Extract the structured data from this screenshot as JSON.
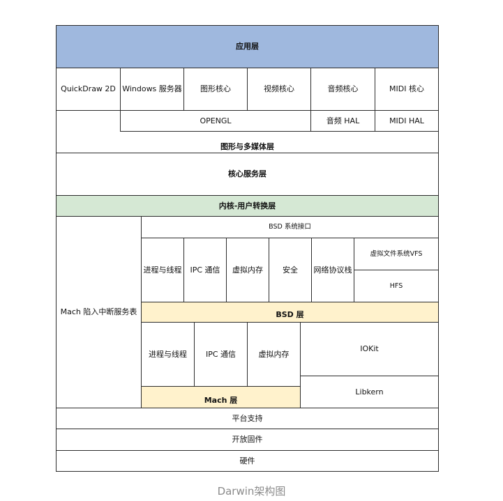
{
  "diagram": {
    "app_layer": "应用层",
    "graphics_row": {
      "quickdraw": "QuickDraw 2D",
      "windows_service": "Windows 服务器",
      "graphics_core": "图形核心",
      "video_core": "视频核心",
      "audio_core": "音频核心",
      "midi_core": "MIDI 核心",
      "opengl": "OPENGL",
      "audio_hal": "音频 HAL",
      "midi_hal": "MIDI HAL",
      "graphics_media_layer": "图形与多媒体层"
    },
    "core_services_layer": "核心服务层",
    "kernel_user_transition_layer": "内核-用户转换层",
    "mach_trap_table": "Mach 陷入中断服务表",
    "bsd": {
      "syscall_interface": "BSD 系统接口",
      "process_thread": "进程与线程",
      "ipc": "IPC 通信",
      "virtual_memory": "虚拟内存",
      "security": "安全",
      "network_stack": "网络协议栈",
      "vfs": "虚拟文件系统VFS",
      "hfs": "HFS",
      "layer": "BSD 层"
    },
    "mach": {
      "process_thread": "进程与线程",
      "ipc": "IPC 通信",
      "virtual_memory": "虚拟内存",
      "layer": "Mach 层"
    },
    "iokit": "IOKit",
    "libkern": "Libkern",
    "platform_support": "平台支持",
    "open_firmware": "开放固件",
    "hardware": "硬件"
  },
  "caption": "Darwin架构图",
  "colors": {
    "app_layer": "#9fb8de",
    "transition_layer": "#d5e8d4",
    "kernel_layers": "#fff2cc"
  }
}
